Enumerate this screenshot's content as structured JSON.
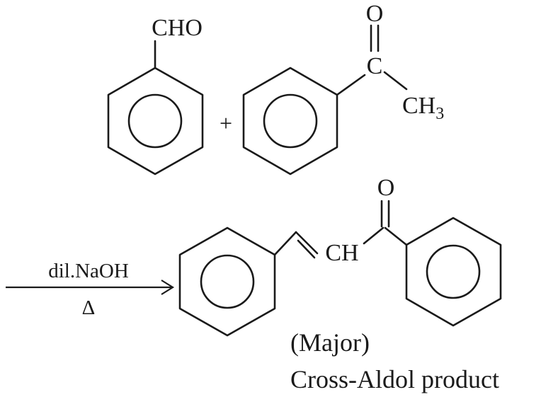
{
  "reactants": {
    "benzaldehyde": {
      "group_label": "CHO"
    },
    "plus_sign": "+",
    "acetophenone": {
      "carbonyl_o": "O",
      "carbonyl_c": "C",
      "methyl_main": "CH",
      "methyl_sub": "3"
    }
  },
  "conditions": {
    "reagent": "dil.NaOH",
    "heat": "Δ"
  },
  "product": {
    "carbonyl_o": "O",
    "alkene_ch": "CH",
    "caption_line1": "(Major)",
    "caption_line2": "Cross-Aldol product"
  }
}
